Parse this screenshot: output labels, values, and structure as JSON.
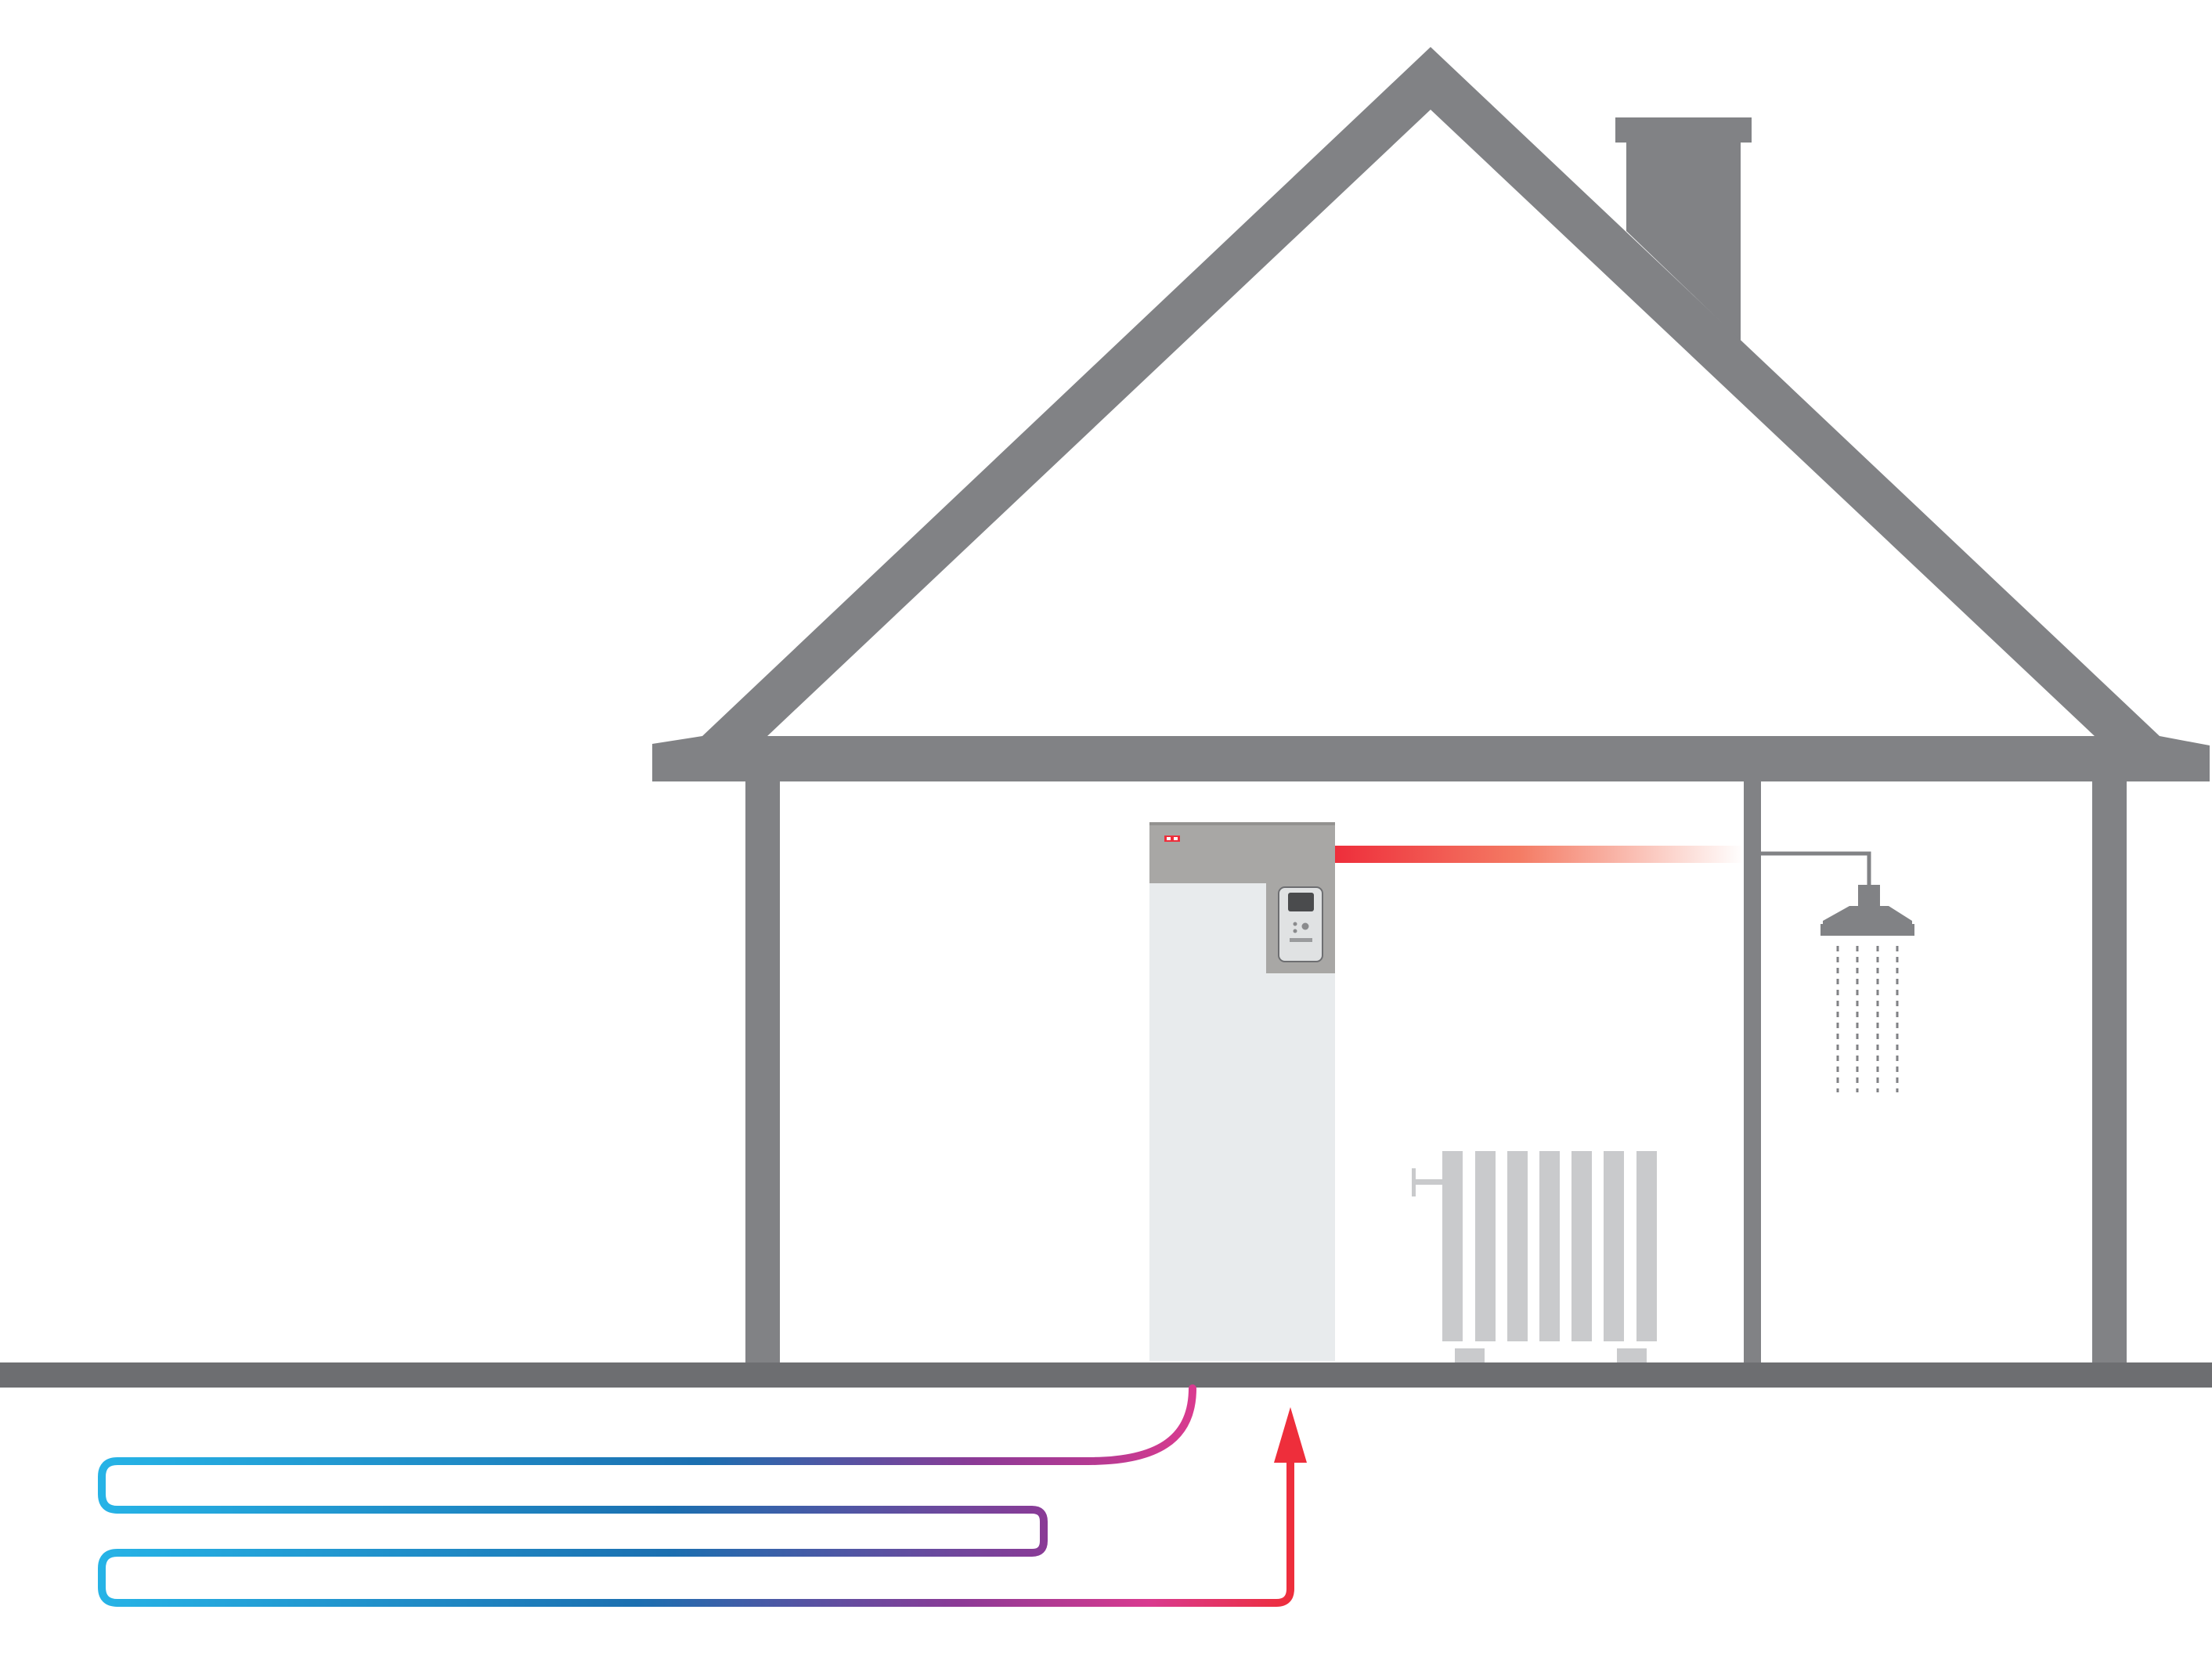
{
  "diagram": {
    "colors": {
      "structure": "#818285",
      "ground": "#6d6e71",
      "heat_pump_top": "#a8a7a5",
      "heat_pump_body": "#e8ebed",
      "radiator": "#c9cacc",
      "hot": "#ee2e3b",
      "cold": "#26b3e6",
      "mid_blue": "#1b6fb0",
      "purple": "#8b3a96",
      "magenta": "#d93a8f"
    },
    "components": {
      "house": "house-outline",
      "heat_pump": "heat-pump-unit",
      "radiator": "radiator",
      "shower": "shower-head",
      "ground_loop": "ground-collector-loop",
      "flow_direction": "arrow-up"
    }
  }
}
